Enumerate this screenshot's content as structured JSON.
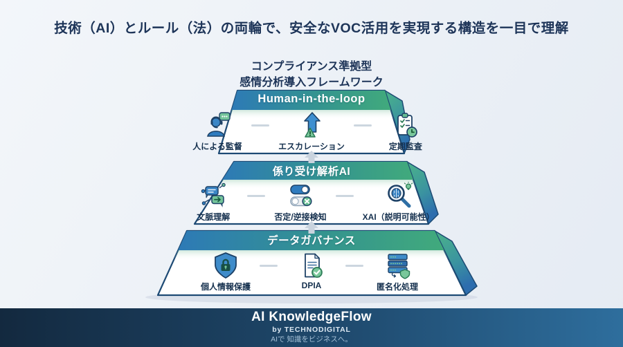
{
  "page": {
    "title": "技術（AI）とルール（法）の両輪で、安全なVOC活用を実現する構造を一目で理解"
  },
  "diagram": {
    "subtitle_line1": "コンプライアンス準拠型",
    "subtitle_line2": "感情分析導入フレームワーク",
    "tiers": [
      {
        "label": "Human-in-the-loop",
        "items": [
          {
            "icon": "agent-headset-icon",
            "label": "人による監督"
          },
          {
            "icon": "escalation-arrow-icon",
            "label": "エスカレーション"
          },
          {
            "icon": "audit-clipboard-icon",
            "label": "定期監査"
          }
        ]
      },
      {
        "label": "係り受け解析AI",
        "items": [
          {
            "icon": "context-bubbles-icon",
            "label": "文脈理解"
          },
          {
            "icon": "negation-toggle-icon",
            "label": "否定/逆接検知"
          },
          {
            "icon": "xai-magnifier-icon",
            "label": "XAI（説明可能性）"
          }
        ]
      },
      {
        "label": "データガバナンス",
        "items": [
          {
            "icon": "shield-lock-icon",
            "label": "個人情報保護"
          },
          {
            "icon": "dpia-document-icon",
            "label": "DPIA"
          },
          {
            "icon": "anonymization-server-icon",
            "label": "匿名化処理"
          }
        ]
      }
    ]
  },
  "footer": {
    "brand": "AI KnowledgeFlow",
    "byline": "by TECHNODIGITAL",
    "tagline": "AIで 知識をビジネスへ。"
  },
  "colors": {
    "header_gradient_left": "#2d7ab6",
    "header_gradient_right": "#41aa7c",
    "side_gradient_top": "#4bb489",
    "side_gradient_bottom": "#2d6dae",
    "outline": "#1d4a74",
    "title_text": "#1d3458",
    "footer_gradient_left": "#13293f",
    "footer_gradient_right": "#2e6e9d",
    "background": "#edf1f7"
  }
}
